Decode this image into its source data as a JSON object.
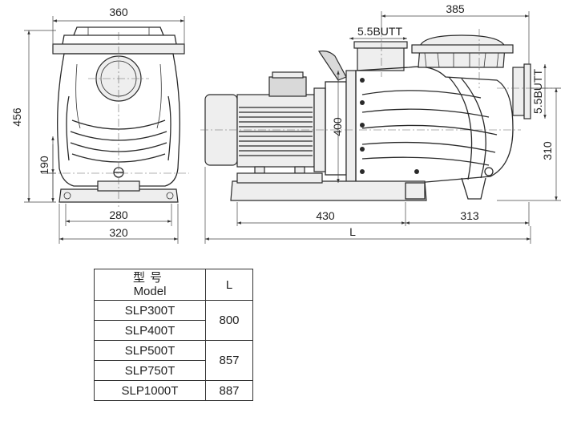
{
  "front_view": {
    "dims": {
      "top_width": "360",
      "height": "456",
      "axis_height": "190",
      "base_inner": "280",
      "base_outer": "320"
    }
  },
  "side_view": {
    "dims": {
      "right_width": "385",
      "outlet_label": "5.5BUTT",
      "inlet_label": "5.5BUTT",
      "flange_height": "400",
      "inlet_height": "310",
      "motor_length": "430",
      "pump_length": "313",
      "total_length": "L"
    }
  },
  "table": {
    "header_model_cn": "型号",
    "header_model_en": "Model",
    "header_l": "L",
    "rows": [
      {
        "model": "SLP300T",
        "l": "800"
      },
      {
        "model": "SLP400T",
        "l": ""
      },
      {
        "model": "SLP500T",
        "l": "857"
      },
      {
        "model": "SLP750T",
        "l": ""
      },
      {
        "model": "SLP1000T",
        "l": "887"
      }
    ]
  }
}
